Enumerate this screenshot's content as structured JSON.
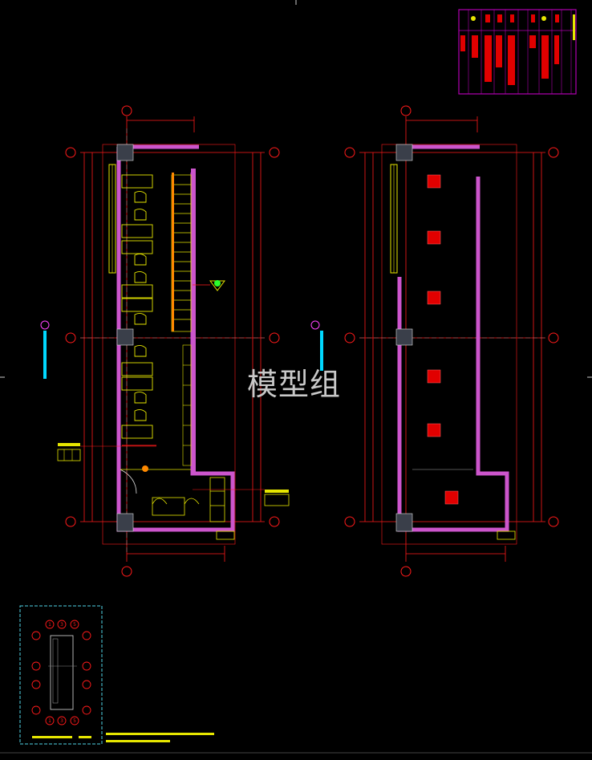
{
  "watermark": "模型组",
  "colors": {
    "background": "#000000",
    "dimension_red": "#ff1a1a",
    "wall_magenta": "#cc55cc",
    "furniture_yellow": "#e6e600",
    "column_fill": "#3a3f4a",
    "legend_cyan": "#00d8ff",
    "frame_magenta": "#b000b0",
    "inset_border": "#4fd3e6"
  },
  "icons": [
    "grid-bubble-icon",
    "elevation-marker-icon",
    "column-icon",
    "light-fixture-icon",
    "partition-grid-icon"
  ],
  "inset_keyplan": {
    "bubble_labels_top": [
      "1",
      "3",
      "5"
    ],
    "bubble_labels_bottom": [
      "1",
      "3",
      "5"
    ]
  }
}
